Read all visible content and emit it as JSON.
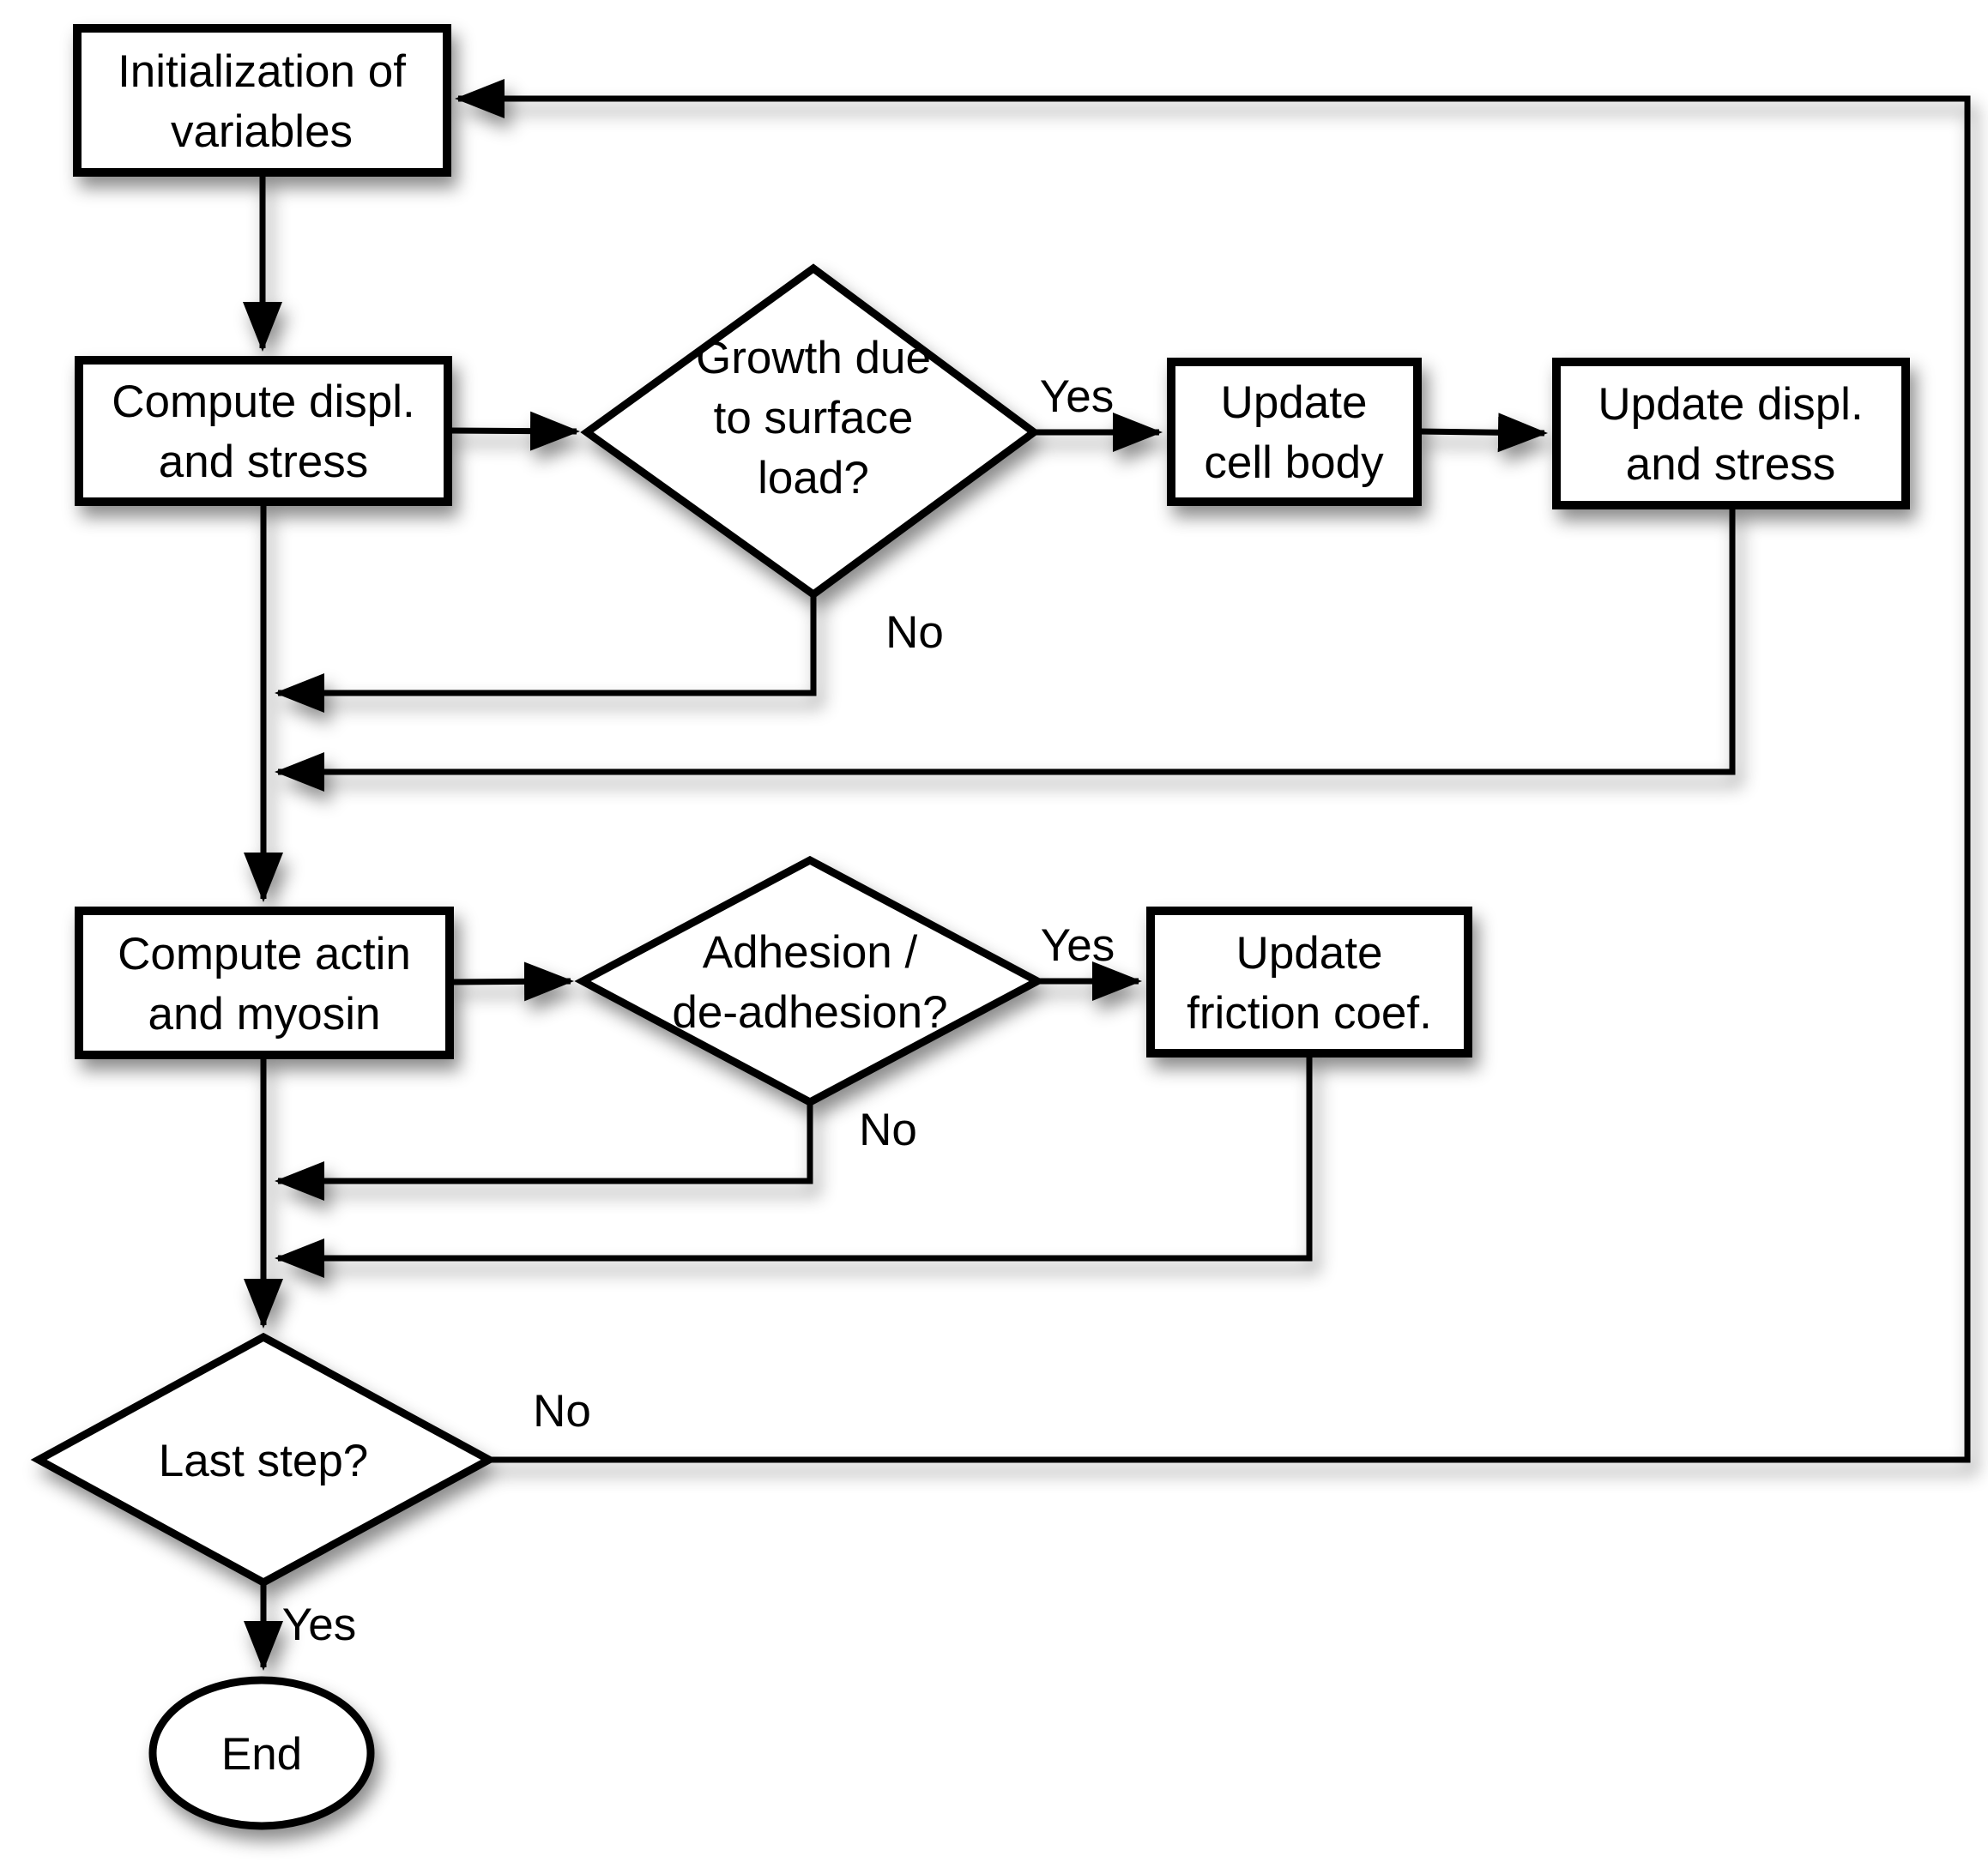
{
  "diagram": {
    "type": "flowchart",
    "background_color": "#ffffff",
    "stroke_color": "#000000",
    "node_fill_color": "#ffffff",
    "nodes": [
      {
        "id": "initialization",
        "shape": "rect",
        "label_lines": [
          "Initialization of",
          "variables"
        ]
      },
      {
        "id": "compute-displ-stress",
        "shape": "rect",
        "label_lines": [
          "Compute displ.",
          "and stress"
        ]
      },
      {
        "id": "growth-decision",
        "shape": "diamond",
        "label_lines": [
          "Growth due",
          "to surface",
          "load?"
        ]
      },
      {
        "id": "update-cell-body",
        "shape": "rect",
        "label_lines": [
          "Update",
          "cell body"
        ]
      },
      {
        "id": "update-displ-stress",
        "shape": "rect",
        "label_lines": [
          "Update displ.",
          "and stress"
        ]
      },
      {
        "id": "compute-actin-myosin",
        "shape": "rect",
        "label_lines": [
          "Compute actin",
          "and myosin"
        ]
      },
      {
        "id": "adhesion-decision",
        "shape": "diamond",
        "label_lines": [
          "Adhesion /",
          "de-adhesion?"
        ]
      },
      {
        "id": "update-friction-coef",
        "shape": "rect",
        "label_lines": [
          "Update",
          "friction coef."
        ]
      },
      {
        "id": "last-step-decision",
        "shape": "diamond",
        "label_lines": [
          "Last step?"
        ]
      },
      {
        "id": "end",
        "shape": "ellipse",
        "label_lines": [
          "End"
        ]
      }
    ],
    "edge_labels": {
      "growth_yes": "Yes",
      "growth_no": "No",
      "adhesion_yes": "Yes",
      "adhesion_no": "No",
      "last_step_no": "No",
      "last_step_yes": "Yes"
    }
  }
}
